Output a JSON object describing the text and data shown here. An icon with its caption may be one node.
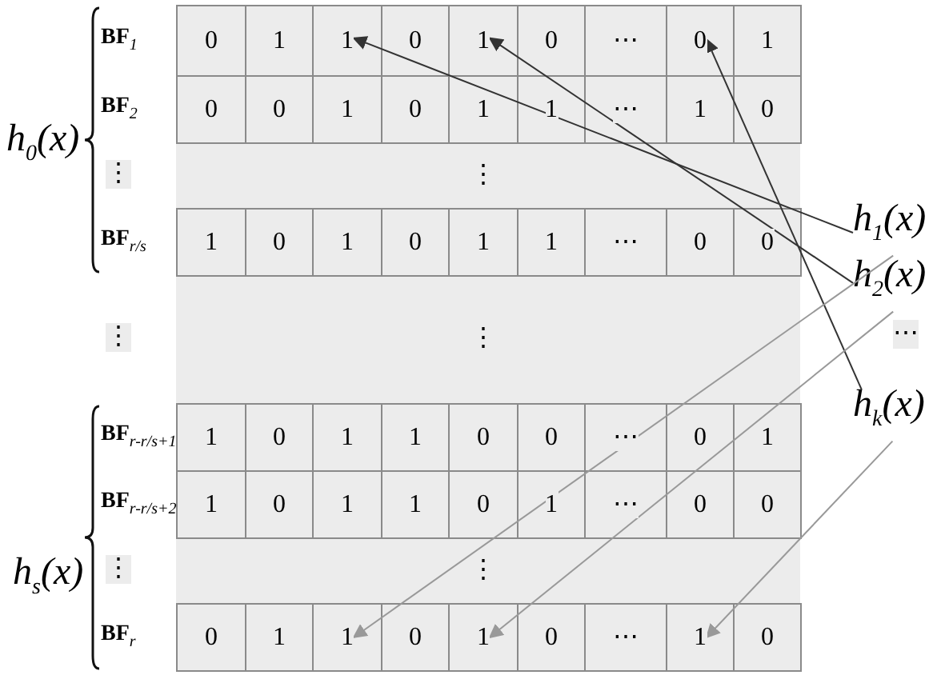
{
  "diagram": {
    "nodes": [
      {
        "text": [
          "1"
        ]
      },
      {
        "text": [
          "1"
        ]
      },
      {
        "text": [
          "0"
        ]
      },
      {
        "text": [
          "h$_{1}$(x)"
        ]
      },
      {
        "text": [
          "h$_{2}$(x)"
        ]
      },
      {
        "text": [
          "h$_{k}$(x)"
        ]
      },
      {
        "text": [
          "1"
        ]
      },
      {
        "text": [
          "1"
        ]
      },
      {
        "text": [
          "1"
        ]
      }
    ],
    "edges": [
      {
        "from": 3,
        "to": 0,
        "arrow": "to"
      },
      {
        "from": 4,
        "to": 1,
        "arrow": "to"
      },
      {
        "from": 5,
        "to": 2,
        "arrow": "to"
      },
      {
        "from": 3,
        "to": 6,
        "arrow": "to",
        "color": "#999999"
      },
      {
        "from": 4,
        "to": 7,
        "arrow": "to",
        "color": "#999999"
      },
      {
        "from": 5,
        "to": 8,
        "arrow": "to",
        "color": "#999999"
      }
    ],
    "labels": [
      "h$_{0}$(x)",
      "BF$_{1}$",
      "0",
      "1",
      "0",
      "0",
      "⋯",
      "1",
      "BF$_{2}$",
      "0",
      "0",
      "1",
      "0",
      "1",
      "1",
      "⋯",
      "1",
      "0",
      "⋮",
      "⋮",
      "BF$_{r/s}$",
      "1",
      "0",
      "1",
      "0",
      "1",
      "1",
      "⋯",
      "0",
      "0",
      "⋮",
      "⋮",
      "⋯",
      "BF$_{r-r/s+1}$",
      "1",
      "0",
      "1",
      "1",
      "0",
      "0",
      "⋯",
      "0",
      "1",
      "h$_{s}$(x)",
      "BF$_{r-r/s+2}$",
      "1",
      "0",
      "1",
      "1",
      "0",
      "1",
      "⋯",
      "0",
      "0",
      "⋮",
      "⋮",
      "BF$_{r}$",
      "0",
      "1",
      "0",
      "0",
      "⋯",
      "0"
    ]
  }
}
